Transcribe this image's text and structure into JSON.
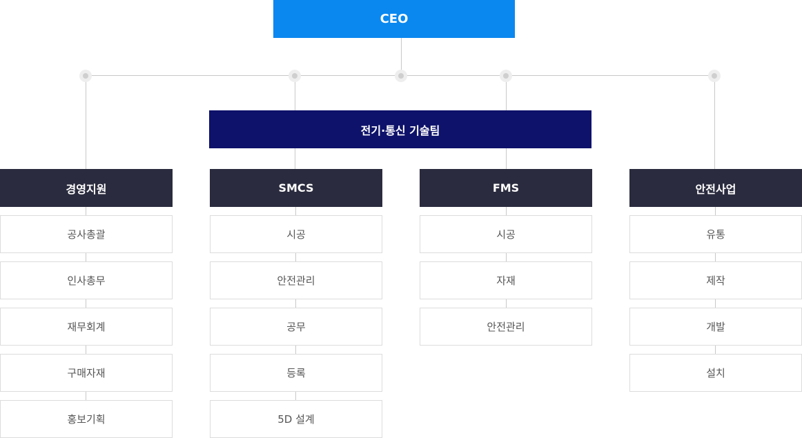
{
  "ceo": "CEO",
  "tech_team": "전기·통신 기술팀",
  "departments": [
    {
      "name": "경영지원",
      "items": [
        "공사총괄",
        "인사총무",
        "재무회계",
        "구매자재",
        "홍보기획"
      ]
    },
    {
      "name": "SMCS",
      "items": [
        "시공",
        "안전관리",
        "공무",
        "등록",
        "5D 설계"
      ]
    },
    {
      "name": "FMS",
      "items": [
        "시공",
        "자재",
        "안전관리"
      ]
    },
    {
      "name": "안전사업",
      "items": [
        "유통",
        "제작",
        "개발",
        "설치"
      ]
    }
  ]
}
